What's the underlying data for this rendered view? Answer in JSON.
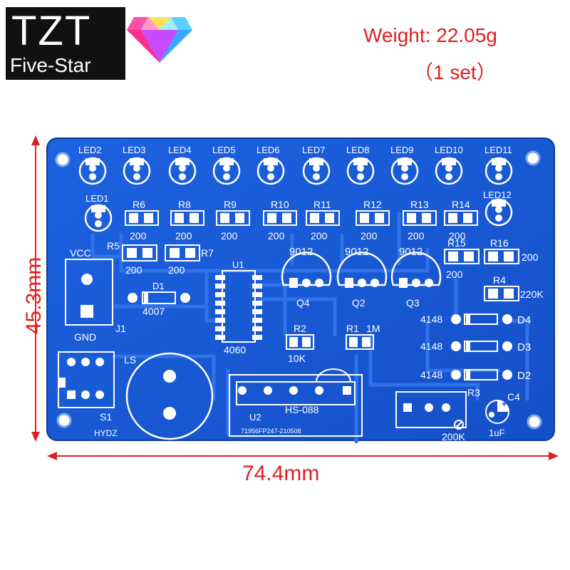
{
  "brand": {
    "line1": "TZT",
    "line2": "Five-Star"
  },
  "info": {
    "weight": "Weight: 22.05g",
    "set": "（1 set）"
  },
  "dimensions": {
    "width": "74.4mm",
    "height": "45.3mm"
  },
  "colors": {
    "board": "#1a5ad8",
    "board_dark": "#0f44b8",
    "silk": "#ffffff",
    "trace": "#2e6fe8",
    "dim": "#e02020"
  },
  "pcb": {
    "leds_top": [
      "LED2",
      "LED3",
      "LED4",
      "LED5",
      "LED6",
      "LED7",
      "LED8",
      "LED9",
      "LED10",
      "LED11"
    ],
    "led1": "LED1",
    "led12": "LED12",
    "resistor_row": [
      {
        "ref": "R6",
        "val": "200"
      },
      {
        "ref": "R8",
        "val": "200"
      },
      {
        "ref": "R9",
        "val": "200"
      },
      {
        "ref": "R10",
        "val": "200"
      },
      {
        "ref": "R11",
        "val": "200"
      },
      {
        "ref": "R12",
        "val": "200"
      },
      {
        "ref": "R13",
        "val": "200"
      },
      {
        "ref": "R14",
        "val": "200"
      }
    ],
    "r5": {
      "ref": "R5",
      "val": "200"
    },
    "r7": {
      "ref": "R7",
      "val": "200"
    },
    "r15": {
      "ref": "R15",
      "val": "200"
    },
    "r16": {
      "ref": "R16",
      "val": "200"
    },
    "r4": {
      "ref": "R4",
      "val": "220K"
    },
    "r2": {
      "ref": "R2",
      "val": "10K"
    },
    "r1": {
      "ref": "R1",
      "val": "1M"
    },
    "r3": {
      "ref": "R3",
      "val": "200K"
    },
    "transistors": [
      {
        "part": "9012",
        "ref": "Q4"
      },
      {
        "part": "9012",
        "ref": "Q2"
      },
      {
        "part": "9012",
        "ref": "Q3"
      }
    ],
    "diodes": [
      {
        "part": "4148",
        "ref": "D4"
      },
      {
        "part": "4148",
        "ref": "D3"
      },
      {
        "part": "4148",
        "ref": "D2"
      }
    ],
    "vcc": "VCC",
    "gnd": "GND",
    "j1": "J1",
    "d1": {
      "ref": "D1",
      "val": "4007"
    },
    "u1": {
      "ref": "U1",
      "val": "4060"
    },
    "u2": {
      "ref": "U2",
      "val": "HS-088"
    },
    "u2_code": "71956FP247-210508",
    "ls": "LS",
    "s1": "S1",
    "hydz": "HYDZ",
    "c4": {
      "ref": "C4",
      "val": "1uF"
    }
  }
}
